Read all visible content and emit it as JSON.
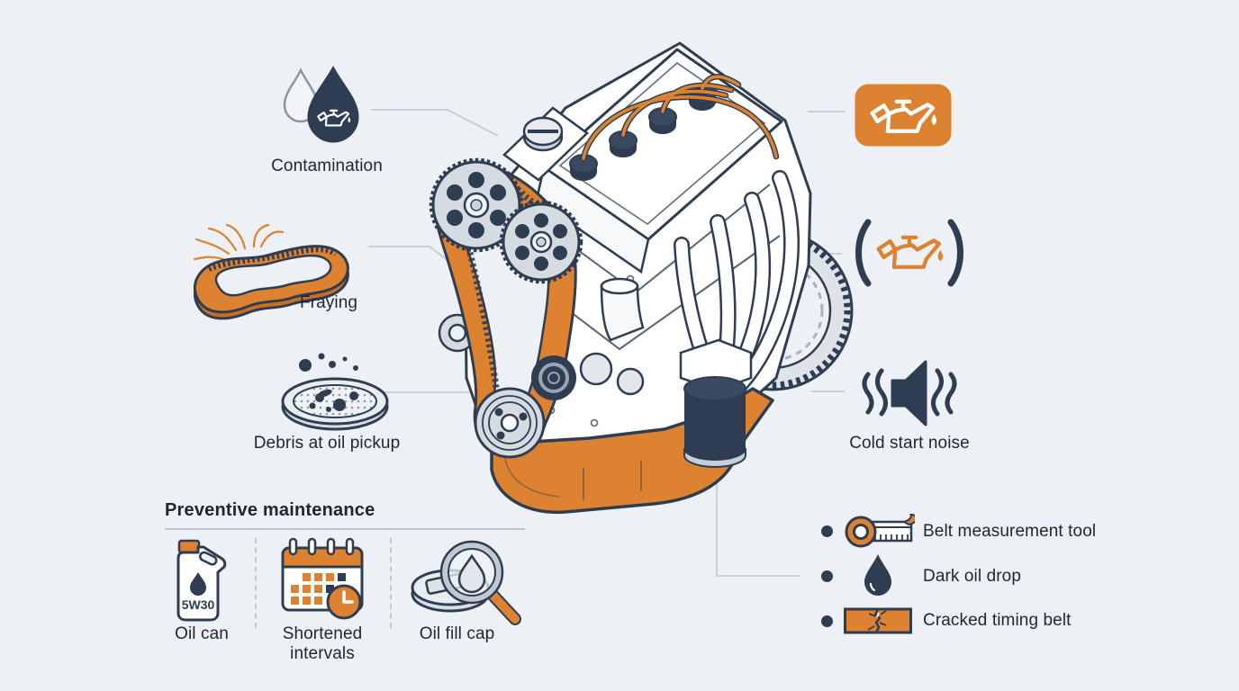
{
  "palette": {
    "background": "#EDF0F5",
    "orange": "#DD8230",
    "navy": "#2E3D52",
    "text": "#1E2636",
    "callout_line": "#C5CCD7"
  },
  "left_callouts": {
    "contamination": {
      "label": "Contamination",
      "icon": "oil-drops-icon"
    },
    "fraying": {
      "label": "Fraying",
      "icon": "frayed-belt-icon"
    },
    "debris": {
      "label": "Debris at oil pickup",
      "icon": "debris-dish-icon"
    }
  },
  "preventive": {
    "title": "Preventive maintenance",
    "items": [
      {
        "label": "Oil can",
        "badge": "5W30",
        "icon": "oil-jug-icon"
      },
      {
        "label": "Shortened intervals",
        "icon": "calendar-clock-icon"
      },
      {
        "label": "Oil fill cap",
        "icon": "magnifier-oil-cap-icon"
      }
    ]
  },
  "right_callouts": {
    "oil_warning_badge": {
      "icon": "oil-pressure-warning-badge-icon"
    },
    "oil_warning_light": {
      "icon": "oil-pressure-warning-light-icon"
    },
    "cold_start": {
      "label": "Cold start noise",
      "icon": "speaker-noise-icon"
    }
  },
  "legend": {
    "items": [
      {
        "label": "Belt measurement tool",
        "icon": "tape-measure-icon"
      },
      {
        "label": "Dark oil drop",
        "icon": "oil-drop-icon"
      },
      {
        "label": "Cracked timing belt",
        "icon": "cracked-belt-icon"
      }
    ]
  },
  "center": {
    "illustration": "isometric-engine-with-timing-belt"
  }
}
